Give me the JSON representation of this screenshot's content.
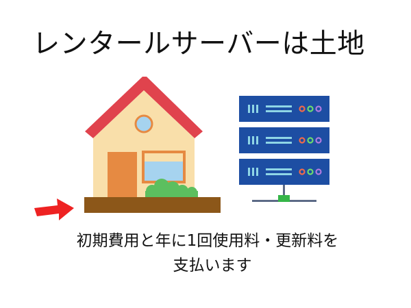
{
  "title": "レンタールサーバーは土地",
  "caption": {
    "line1": "初期費用と年に1回使用料・更新料を",
    "line2": "支払います"
  },
  "colors": {
    "roof": "#e0434d",
    "wall": "#f9dfaa",
    "door": "#e68a42",
    "window_frame": "#e68a42",
    "window_glass": "#a6d3ef",
    "ground": "#8c5719",
    "bush": "#5cbf5f",
    "arrow": "#ee2222",
    "server_body": "#1d4ea3",
    "server_line": "#8fd6e6",
    "led_red": "#f06a4a",
    "led_green": "#6ddc6d",
    "led_purple": "#b07ae0",
    "stand": "#5c6a86",
    "connector": "#35b548"
  },
  "icons": {
    "house": "house-icon",
    "arrow": "arrow-right-icon",
    "server": "server-rack-icon"
  }
}
